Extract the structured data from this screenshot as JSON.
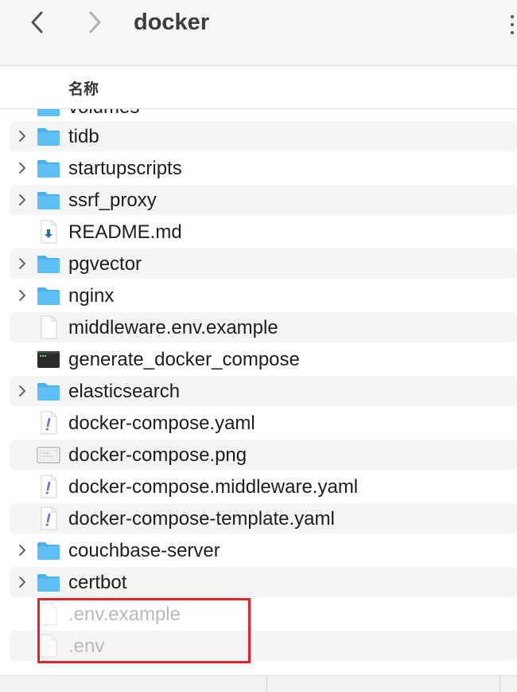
{
  "window": {
    "title": "docker"
  },
  "toolbar": {
    "back_icon": "chevron-left",
    "forward_icon": "chevron-right",
    "more_icon": "ellipsis-vertical"
  },
  "columns": {
    "name": "名称"
  },
  "partial_item": {
    "name": "volumes",
    "type": "folder"
  },
  "items": [
    {
      "name": "tidb",
      "type": "folder",
      "expandable": true,
      "dim": false
    },
    {
      "name": "startupscripts",
      "type": "folder",
      "expandable": true,
      "dim": false
    },
    {
      "name": "ssrf_proxy",
      "type": "folder",
      "expandable": true,
      "dim": false
    },
    {
      "name": "README.md",
      "type": "markdown",
      "expandable": false,
      "dim": false
    },
    {
      "name": "pgvector",
      "type": "folder",
      "expandable": true,
      "dim": false
    },
    {
      "name": "nginx",
      "type": "folder",
      "expandable": true,
      "dim": false
    },
    {
      "name": "middleware.env.example",
      "type": "document",
      "expandable": false,
      "dim": false
    },
    {
      "name": "generate_docker_compose",
      "type": "terminal",
      "expandable": false,
      "dim": false
    },
    {
      "name": "elasticsearch",
      "type": "folder",
      "expandable": true,
      "dim": false
    },
    {
      "name": "docker-compose.yaml",
      "type": "yaml",
      "expandable": false,
      "dim": false
    },
    {
      "name": "docker-compose.png",
      "type": "image",
      "expandable": false,
      "dim": false
    },
    {
      "name": "docker-compose.middleware.yaml",
      "type": "yaml",
      "expandable": false,
      "dim": false
    },
    {
      "name": "docker-compose-template.yaml",
      "type": "yaml",
      "expandable": false,
      "dim": false
    },
    {
      "name": "couchbase-server",
      "type": "folder",
      "expandable": true,
      "dim": false
    },
    {
      "name": "certbot",
      "type": "folder",
      "expandable": true,
      "dim": false
    },
    {
      "name": ".env.example",
      "type": "document",
      "expandable": false,
      "dim": true
    },
    {
      "name": ".env",
      "type": "document",
      "expandable": false,
      "dim": true
    }
  ],
  "colors": {
    "folder": "#4ab0ee",
    "highlight": "#e3242b",
    "yaml_mark": "#8a5bd6",
    "markdown_arrow": "#2f6fa8"
  }
}
